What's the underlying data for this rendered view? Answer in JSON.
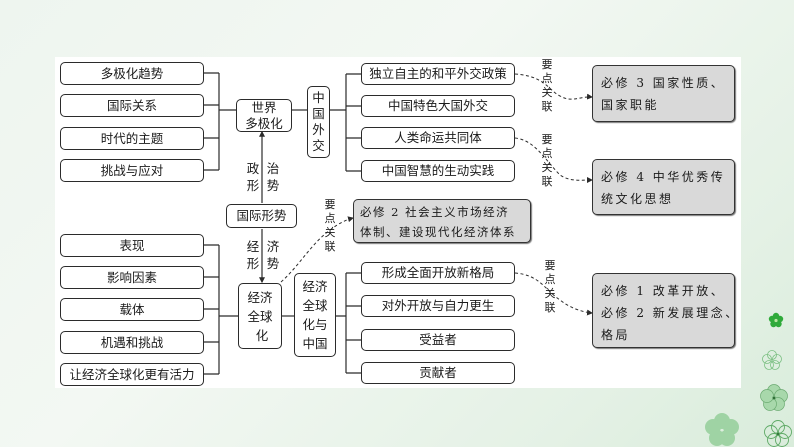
{
  "diagram": {
    "left_top_items": [
      "多极化趋势",
      "国际关系",
      "时代的主题",
      "挑战与应对"
    ],
    "world_multipolar": [
      "世界",
      "多极化"
    ],
    "china_diplomacy": [
      "中",
      "国",
      "外",
      "交"
    ],
    "diplomacy_items": [
      "独立自主的和平外交政策",
      "中国特色大国外交",
      "人类命运共同体",
      "中国智慧的生动实践"
    ],
    "political_situation": {
      "left": [
        "政",
        "形"
      ],
      "right": [
        "治",
        "势"
      ]
    },
    "international_situation": "国际形势",
    "economic_situation": {
      "left": [
        "经",
        "形"
      ],
      "right": [
        "济",
        "势"
      ]
    },
    "left_bottom_items": [
      "表现",
      "影响因素",
      "载体",
      "机遇和挑战",
      "让经济全球化更有活力"
    ],
    "economic_globalization": [
      "经济",
      "全球",
      "化"
    ],
    "globalization_china": [
      "经济",
      "全球",
      "化与",
      "中国"
    ],
    "globalization_items": [
      "形成全面开放新格局",
      "对外开放与自力更生",
      "受益者",
      "贡献者"
    ],
    "key_link_label": [
      "要",
      "点",
      "关",
      "联"
    ],
    "linked_modules": [
      {
        "lines": [
          "必修 3  国家性质、",
          "国家职能"
        ]
      },
      {
        "lines": [
          "必修 4  中华优秀传",
          "统文化思想"
        ]
      },
      {
        "lines": [
          "必修 2  社会主义市场经济",
          "体制、建设现代化经济体系"
        ]
      },
      {
        "lines": [
          "必修 1  改革开放、",
          "必修 2  新发展理念、",
          "格局"
        ]
      }
    ]
  },
  "colors": {
    "line": "#2b2b2b",
    "module_fill": "#d9d9d9",
    "background_green": "#e4f1e5",
    "flower_green": "#3cb043"
  }
}
